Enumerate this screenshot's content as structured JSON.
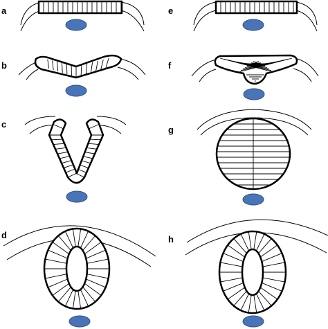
{
  "figure": {
    "panels": [
      {
        "id": "a",
        "label": "a"
      },
      {
        "id": "b",
        "label": "b"
      },
      {
        "id": "c",
        "label": "c"
      },
      {
        "id": "d",
        "label": "d"
      },
      {
        "id": "e",
        "label": "e"
      },
      {
        "id": "f",
        "label": "f"
      },
      {
        "id": "g",
        "label": "g"
      },
      {
        "id": "h",
        "label": "h"
      }
    ],
    "colors": {
      "notochord": "#4a74b8",
      "outline": "#000000",
      "background": "#ffffff"
    }
  }
}
